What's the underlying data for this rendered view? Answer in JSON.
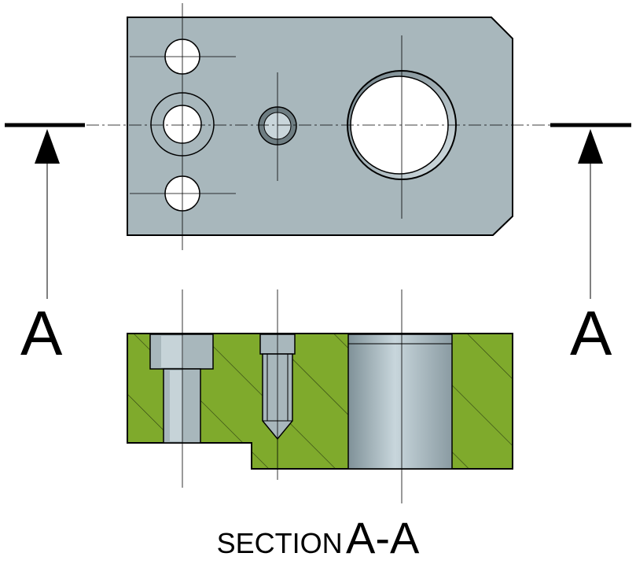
{
  "section_marker": {
    "left_letter": "A",
    "right_letter": "A"
  },
  "section_title": {
    "word": "SECTION",
    "id": "A-A"
  },
  "colors": {
    "plate": "#a8b7bc",
    "section_fill": "#7faa2c",
    "hole": "#ffffff",
    "outline": "#000000"
  }
}
